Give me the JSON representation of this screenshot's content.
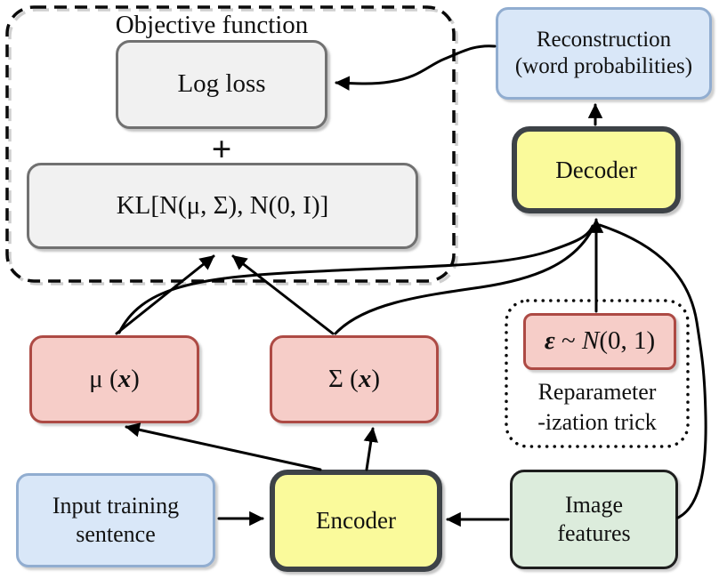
{
  "diagram": {
    "title_note": "Variational autoencoder training diagram",
    "objective_group": {
      "title": "Objective function",
      "plus": "+"
    },
    "nodes": {
      "log_loss": {
        "label": "Log loss"
      },
      "kl": {
        "label": "KL[N(μ, Σ), N(0, I)]"
      },
      "reconstruction": {
        "line1": "Reconstruction",
        "line2": "(word probabilities)"
      },
      "decoder": {
        "label": "Decoder"
      },
      "mu": {
        "prefix": "μ (",
        "var": "x",
        "suffix": ")"
      },
      "sigma": {
        "prefix": "Σ (",
        "var": "x",
        "suffix": ")"
      },
      "epsilon": {
        "symbol": "ε",
        "tilde": " ~ ",
        "dist": "N",
        "args": "(0, 1)"
      },
      "reparam_group": {
        "line1": "Reparameter",
        "line2": "-ization trick"
      },
      "input_sentence": {
        "line1": "Input training",
        "line2": "sentence"
      },
      "encoder": {
        "label": "Encoder"
      },
      "image_features": {
        "line1": "Image",
        "line2": "features"
      }
    },
    "colors": {
      "objective_box_fill": "#f1f1f1",
      "objective_box_border": "#717171",
      "io_blue_fill": "#d9e7f8",
      "io_blue_border": "#91add0",
      "coder_yellow_fill": "#fafa9b",
      "coder_yellow_border": "#3d4247",
      "latent_pink_fill": "#f6cdc8",
      "latent_pink_border": "#ad4a44",
      "features_green_fill": "#dcecdc",
      "features_green_border": "#1e1e1e",
      "edge_color": "#000000"
    }
  }
}
